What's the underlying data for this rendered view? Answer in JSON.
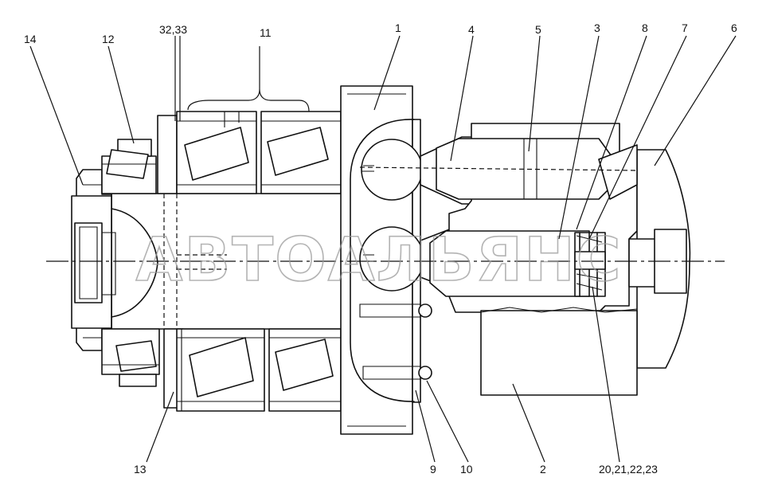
{
  "watermark": "АВТОАЛЬЯНС",
  "callouts": {
    "c1": "1",
    "c2": "2",
    "c3": "3",
    "c4": "4",
    "c5": "5",
    "c6": "6",
    "c7": "7",
    "c8": "8",
    "c9": "9",
    "c10": "10",
    "c11": "11",
    "c12": "12",
    "c13": "13",
    "c14": "14",
    "c32_33": "32,33",
    "c20_23": "20,21,22,23"
  }
}
